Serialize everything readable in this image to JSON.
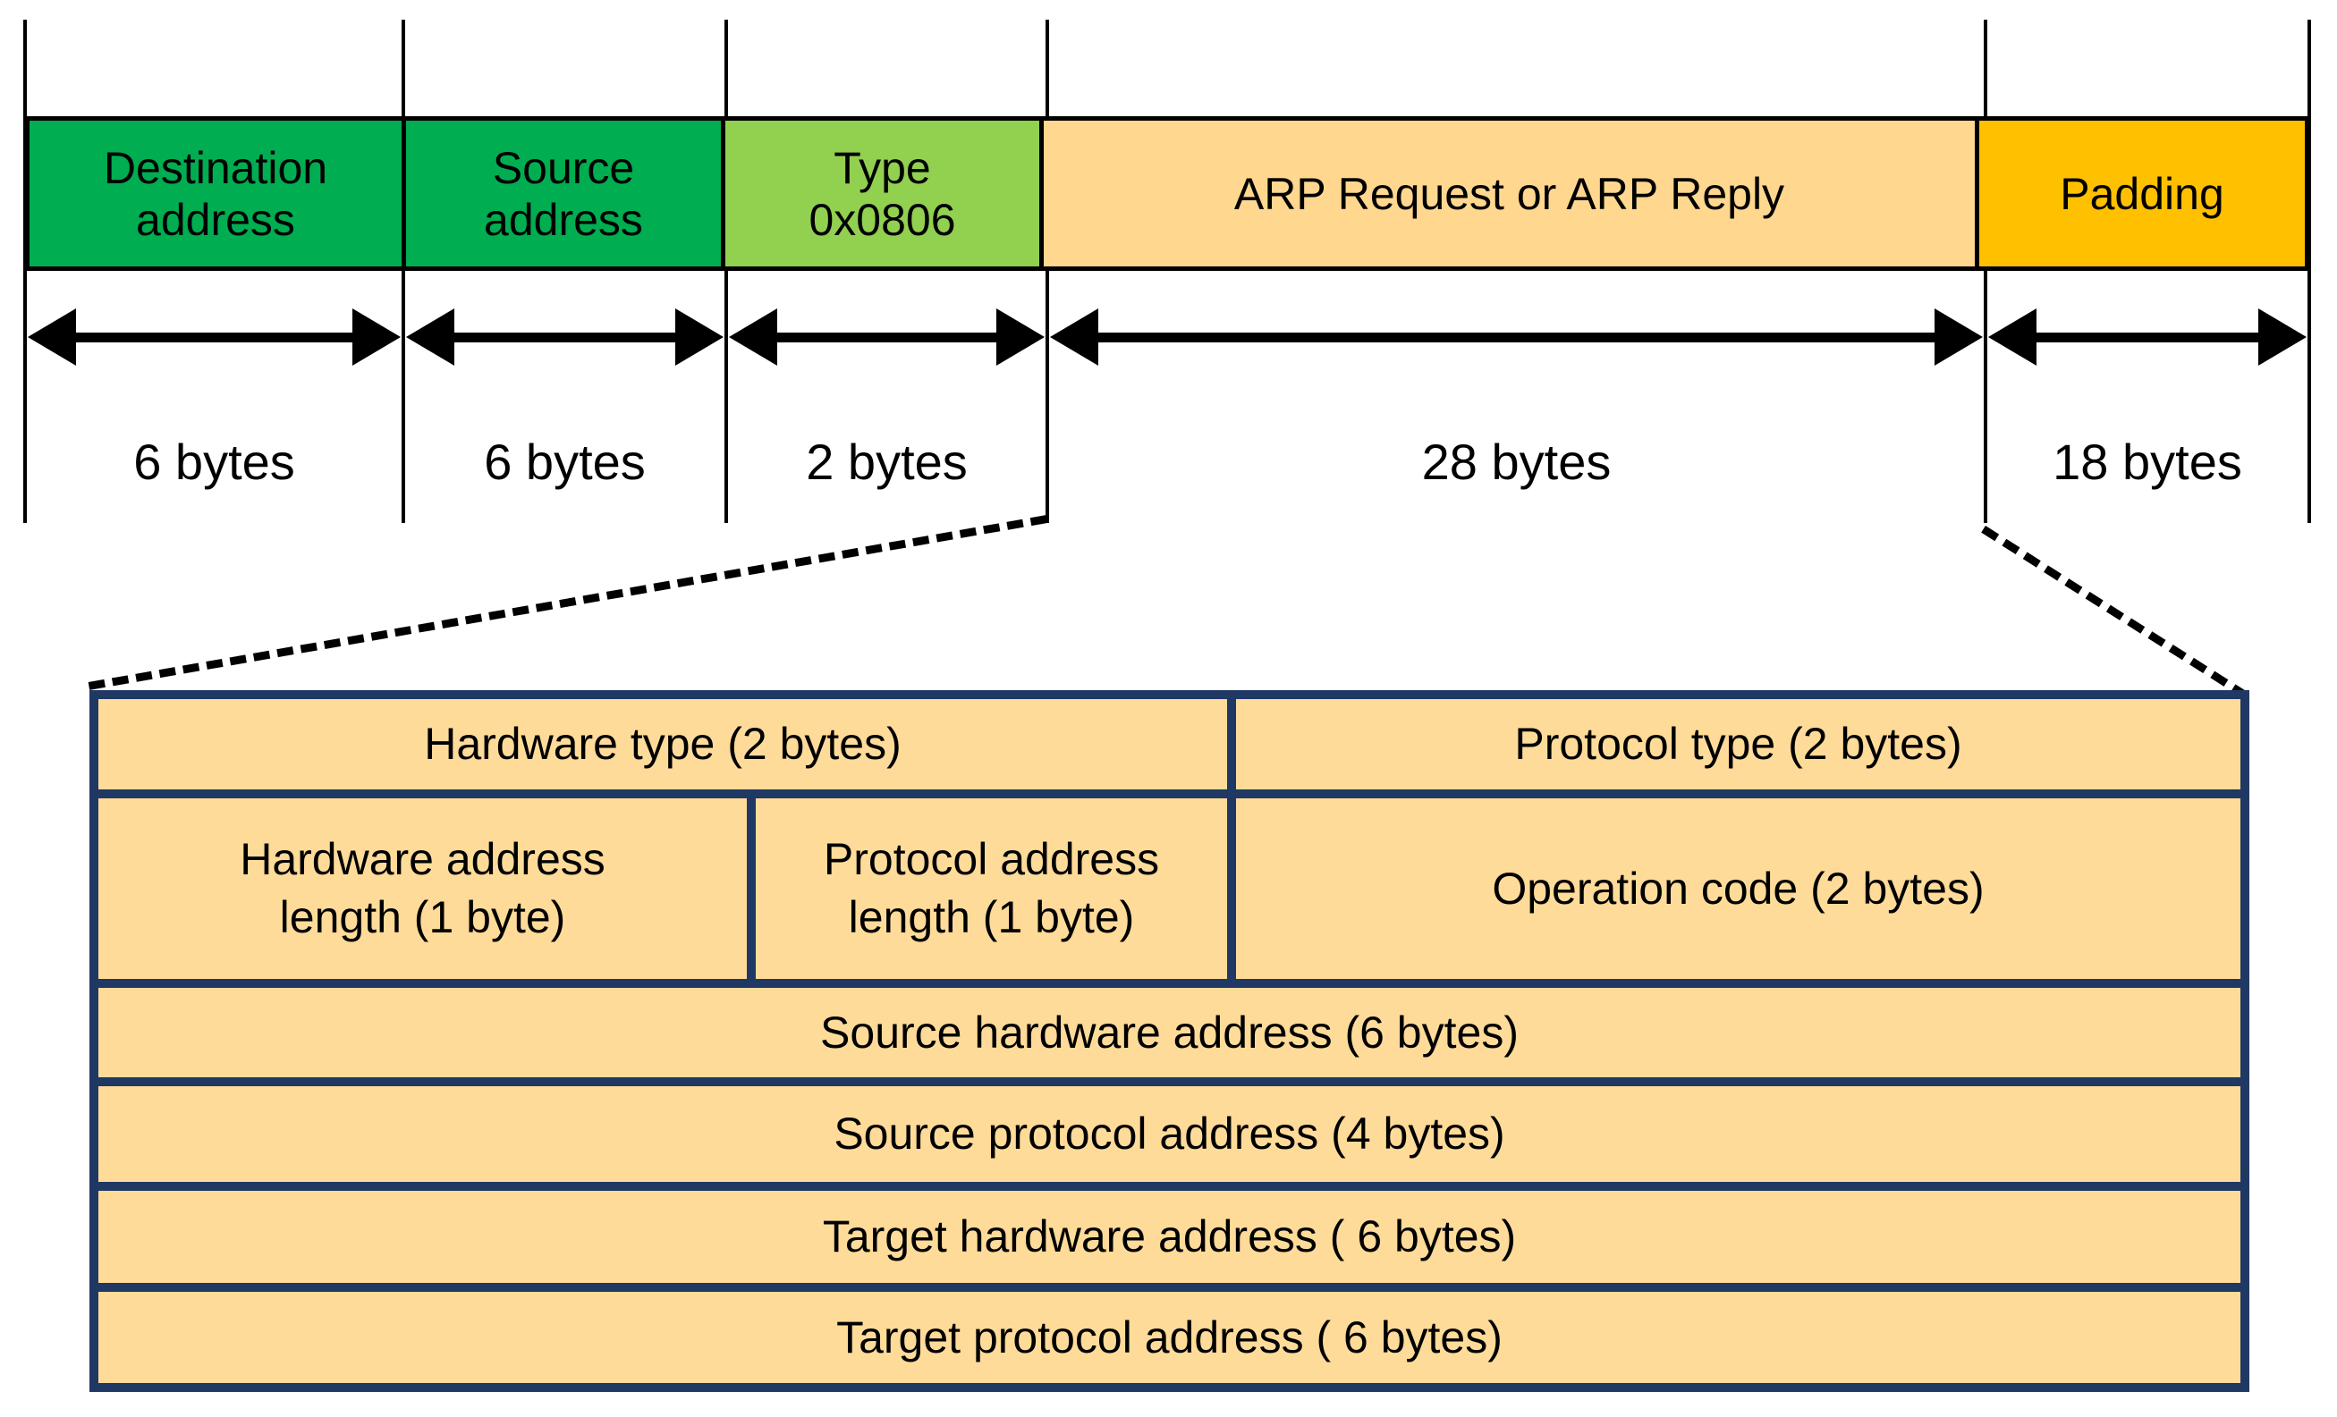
{
  "colors": {
    "address_green": "#00AD50",
    "type_light_green": "#92D050",
    "arp_payload_tan": "#FFD78E",
    "padding_gold": "#FFC000",
    "table_fill": "#FFDB99",
    "table_border_navy": "#1F3864",
    "line_black": "#000000"
  },
  "frame": {
    "segments": [
      {
        "label": "Destination address",
        "bytes": "6 bytes",
        "color": "#00AD50"
      },
      {
        "label": "Source address",
        "bytes": "6 bytes",
        "color": "#00AD50"
      },
      {
        "label": "Type 0x0806",
        "bytes": "2 bytes",
        "color": "#92D050"
      },
      {
        "label": "ARP Request or ARP Reply",
        "bytes": "28 bytes",
        "color": "#FFD78E"
      },
      {
        "label": "Padding",
        "bytes": "18 bytes",
        "color": "#FFC000"
      }
    ]
  },
  "arp": {
    "cells": {
      "hardware_type": "Hardware type (2 bytes)",
      "protocol_type": "Protocol type (2 bytes)",
      "hardware_addr_len": "Hardware address length (1 byte)",
      "protocol_addr_len": "Protocol address length (1 byte)",
      "operation_code": "Operation code (2 bytes)",
      "source_hw": "Source hardware address (6 bytes)",
      "source_proto": "Source protocol address (4 bytes)",
      "target_hw": "Target hardware address ( 6 bytes)",
      "target_proto": "Target protocol address ( 6 bytes)"
    }
  }
}
